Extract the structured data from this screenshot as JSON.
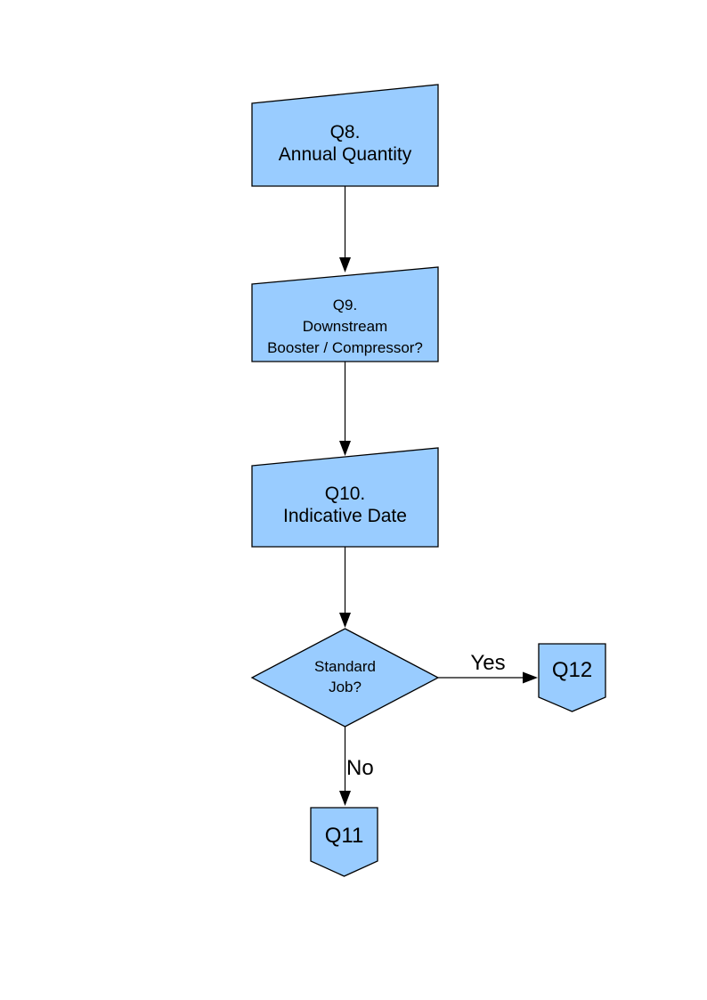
{
  "page": {
    "background": "#ffffff"
  },
  "style": {
    "node_fill": "#99CCFF",
    "node_border": "#000000",
    "arrow_color": "#000000",
    "text_color": "#000000"
  },
  "flowchart": {
    "nodes": {
      "q8": {
        "type": "manual-input-box",
        "lines": [
          "Q8.",
          "Annual Quantity"
        ]
      },
      "q9": {
        "type": "manual-input-box",
        "lines": [
          "Q9.",
          "Downstream",
          "Booster / Compressor?"
        ]
      },
      "q10": {
        "type": "manual-input-box",
        "lines": [
          "Q10.",
          "Indicative Date"
        ]
      },
      "decision": {
        "type": "decision-diamond",
        "lines": [
          "Standard",
          "Job?"
        ]
      },
      "q12": {
        "type": "off-page-connector",
        "lines": [
          "Q12"
        ]
      },
      "q11": {
        "type": "off-page-connector",
        "lines": [
          "Q11"
        ]
      }
    },
    "edges": {
      "q8_to_q9": {
        "from": "q8",
        "to": "q9",
        "label": ""
      },
      "q9_to_q10": {
        "from": "q9",
        "to": "q10",
        "label": ""
      },
      "q10_to_decision": {
        "from": "q10",
        "to": "decision",
        "label": ""
      },
      "decision_to_q12": {
        "from": "decision",
        "to": "q12",
        "label": "Yes"
      },
      "decision_to_q11": {
        "from": "decision",
        "to": "q11",
        "label": "No"
      }
    }
  }
}
